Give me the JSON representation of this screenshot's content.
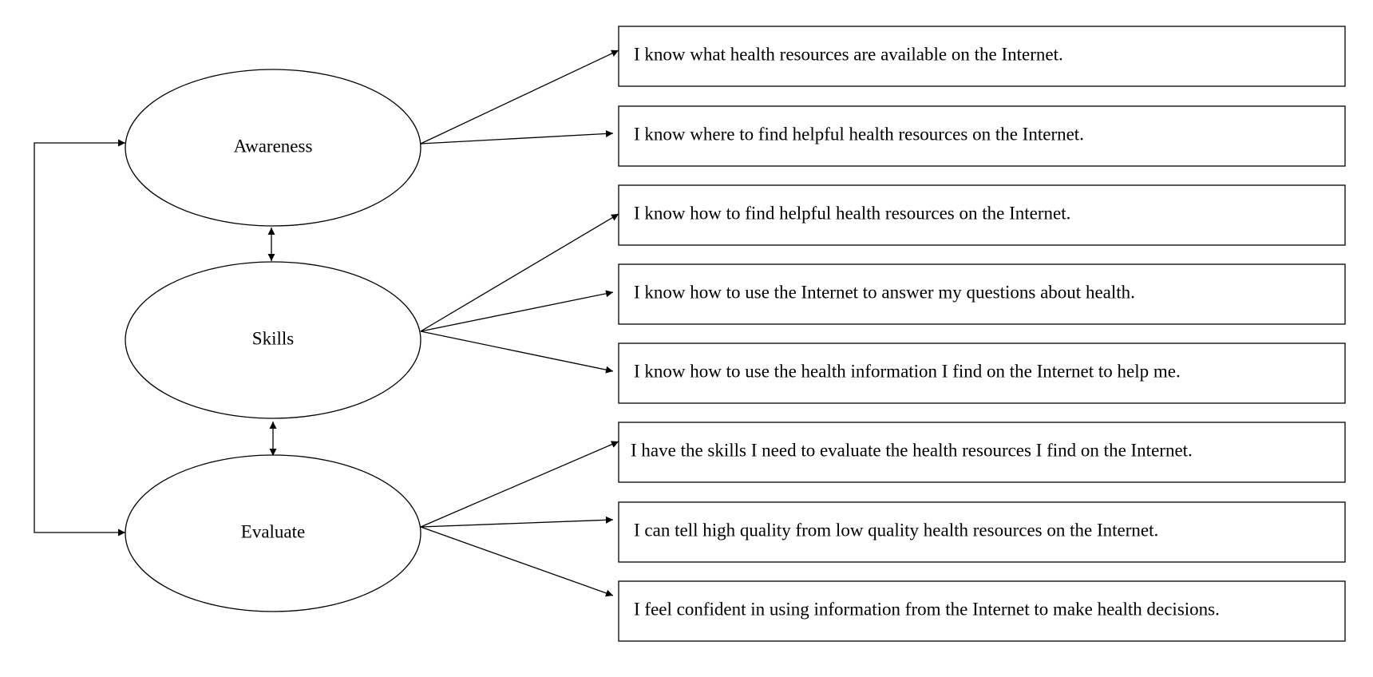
{
  "diagram": {
    "factors": [
      {
        "id": "awareness",
        "label": "Awareness"
      },
      {
        "id": "skills",
        "label": "Skills"
      },
      {
        "id": "evaluate",
        "label": "Evaluate"
      }
    ],
    "items": [
      {
        "factor": "awareness",
        "text": "I know what health resources are available on the Internet."
      },
      {
        "factor": "awareness",
        "text": "I know where to find helpful health resources on the Internet."
      },
      {
        "factor": "skills",
        "text": "I know how to find helpful health resources on the Internet."
      },
      {
        "factor": "skills",
        "text": "I know how to use the Internet to answer my questions about health."
      },
      {
        "factor": "skills",
        "text": "I know how to use the health information I find on the Internet to help me."
      },
      {
        "factor": "evaluate",
        "text": "I have the skills I need to evaluate the health resources I find on the Internet."
      },
      {
        "factor": "evaluate",
        "text": "I can tell high quality from low quality health resources on the Internet."
      },
      {
        "factor": "evaluate",
        "text": "I feel confident in using information from the Internet to make health decisions."
      }
    ],
    "correlations": [
      {
        "from": "awareness",
        "to": "skills"
      },
      {
        "from": "skills",
        "to": "evaluate"
      },
      {
        "from": "awareness",
        "to": "evaluate"
      }
    ],
    "colors": {
      "line": "#000000",
      "fill": "#ffffff",
      "text": "#000000"
    }
  }
}
